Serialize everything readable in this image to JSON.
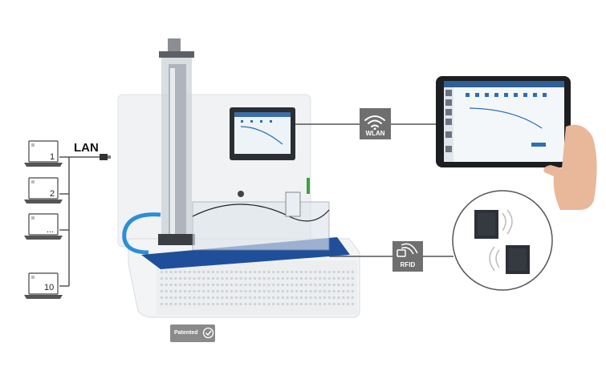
{
  "lan": {
    "label": "LAN"
  },
  "laptops": [
    {
      "number": "1"
    },
    {
      "number": "2"
    },
    {
      "number": "..."
    },
    {
      "number": "10"
    }
  ],
  "wlan": {
    "label": "WLAN",
    "icon": "wifi-icon"
  },
  "rfid": {
    "label": "RFID",
    "icon": "rfid-icon"
  },
  "patent": {
    "label": "Patented",
    "icon": "patent-seal-icon"
  },
  "colors": {
    "badge": "#6f6f6f",
    "line": "#555555",
    "tank_blue": "#1f4f9a",
    "hose_blue": "#2a8fd6"
  }
}
